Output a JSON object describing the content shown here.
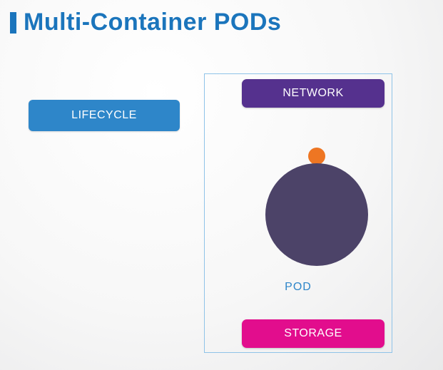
{
  "title": "Multi-Container PODs",
  "labels": {
    "lifecycle": "LIFECYCLE",
    "network": "NETWORK",
    "pod": "POD",
    "storage": "STORAGE"
  },
  "colors": {
    "title_blue": "#1b75bc",
    "lifecycle_blue": "#2e86c9",
    "network_purple": "#55318e",
    "storage_magenta": "#e20d8d",
    "pod_circle_dark_purple": "#4c4368",
    "sidecar_orange": "#ee7623",
    "box_border_light_blue": "#8fc3e8"
  }
}
